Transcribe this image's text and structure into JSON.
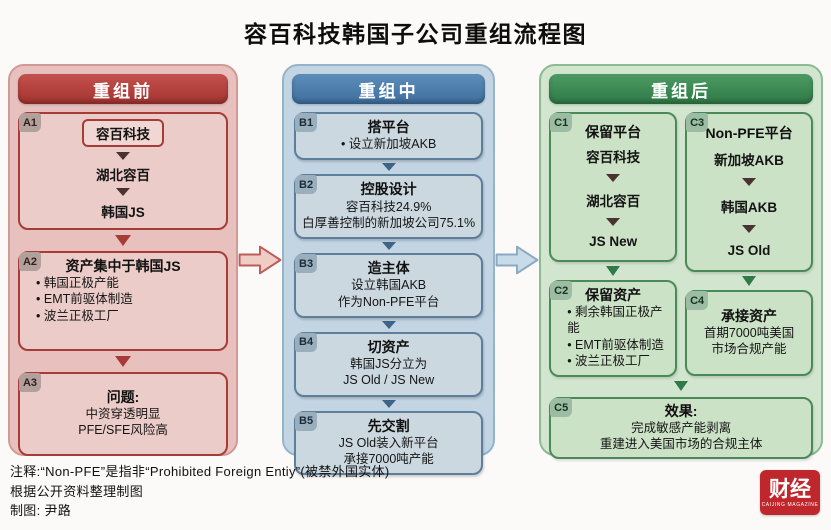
{
  "title": "容百科技韩国子公司重组流程图",
  "panels": {
    "before": {
      "header": "重组前",
      "a1": {
        "badge": "A1",
        "chain": [
          "容百科技",
          "湖北容百",
          "韩国JS"
        ]
      },
      "a2": {
        "badge": "A2",
        "title": "资产集中于韩国JS",
        "bullets": [
          "韩国正极产能",
          "EMT前驱体制造",
          "波兰正极工厂"
        ]
      },
      "a3": {
        "badge": "A3",
        "title": "问题:",
        "lines": [
          "中资穿透明显",
          "PFE/SFE风险高"
        ]
      }
    },
    "during": {
      "header": "重组中",
      "steps": [
        {
          "badge": "B1",
          "title": "搭平台",
          "lines": [
            "设立新加坡AKB"
          ]
        },
        {
          "badge": "B2",
          "title": "控股设计",
          "lines": [
            "容百科技24.9%",
            "白厚善控制的新加坡公司75.1%"
          ]
        },
        {
          "badge": "B3",
          "title": "造主体",
          "lines": [
            "设立韩国AKB",
            "作为Non-PFE平台"
          ]
        },
        {
          "badge": "B4",
          "title": "切资产",
          "lines": [
            "韩国JS分立为",
            "JS Old / JS New"
          ]
        },
        {
          "badge": "B5",
          "title": "先交割",
          "lines": [
            "JS Old装入新平台",
            "承接7000吨产能"
          ]
        }
      ]
    },
    "after": {
      "header": "重组后",
      "c1": {
        "badge": "C1",
        "title": "保留平台",
        "chain": [
          "容百科技",
          "湖北容百",
          "JS New"
        ]
      },
      "c3": {
        "badge": "C3",
        "title": "Non-PFE平台",
        "chain": [
          "新加坡AKB",
          "韩国AKB",
          "JS Old"
        ]
      },
      "c2": {
        "badge": "C2",
        "title": "保留资产",
        "bullets": [
          "剩余韩国正极产能",
          "EMT前驱体制造",
          "波兰正极工厂"
        ]
      },
      "c4": {
        "badge": "C4",
        "title": "承接资产",
        "lines": [
          "首期7000吨美国",
          "市场合规产能"
        ]
      },
      "c5": {
        "badge": "C5",
        "title": "效果:",
        "lines": [
          "完成敏感产能剥离",
          "重建进入美国市场的合规主体"
        ]
      }
    }
  },
  "footer": {
    "notes": [
      "注释:“Non-PFE”是指非“Prohibited Foreign Entiy”(被禁外国实体)",
      "根据公开资料整理制图",
      "制图: 尹路"
    ],
    "logo": {
      "text": "财经",
      "subtext": "CAIJING MAGAZINE"
    }
  }
}
